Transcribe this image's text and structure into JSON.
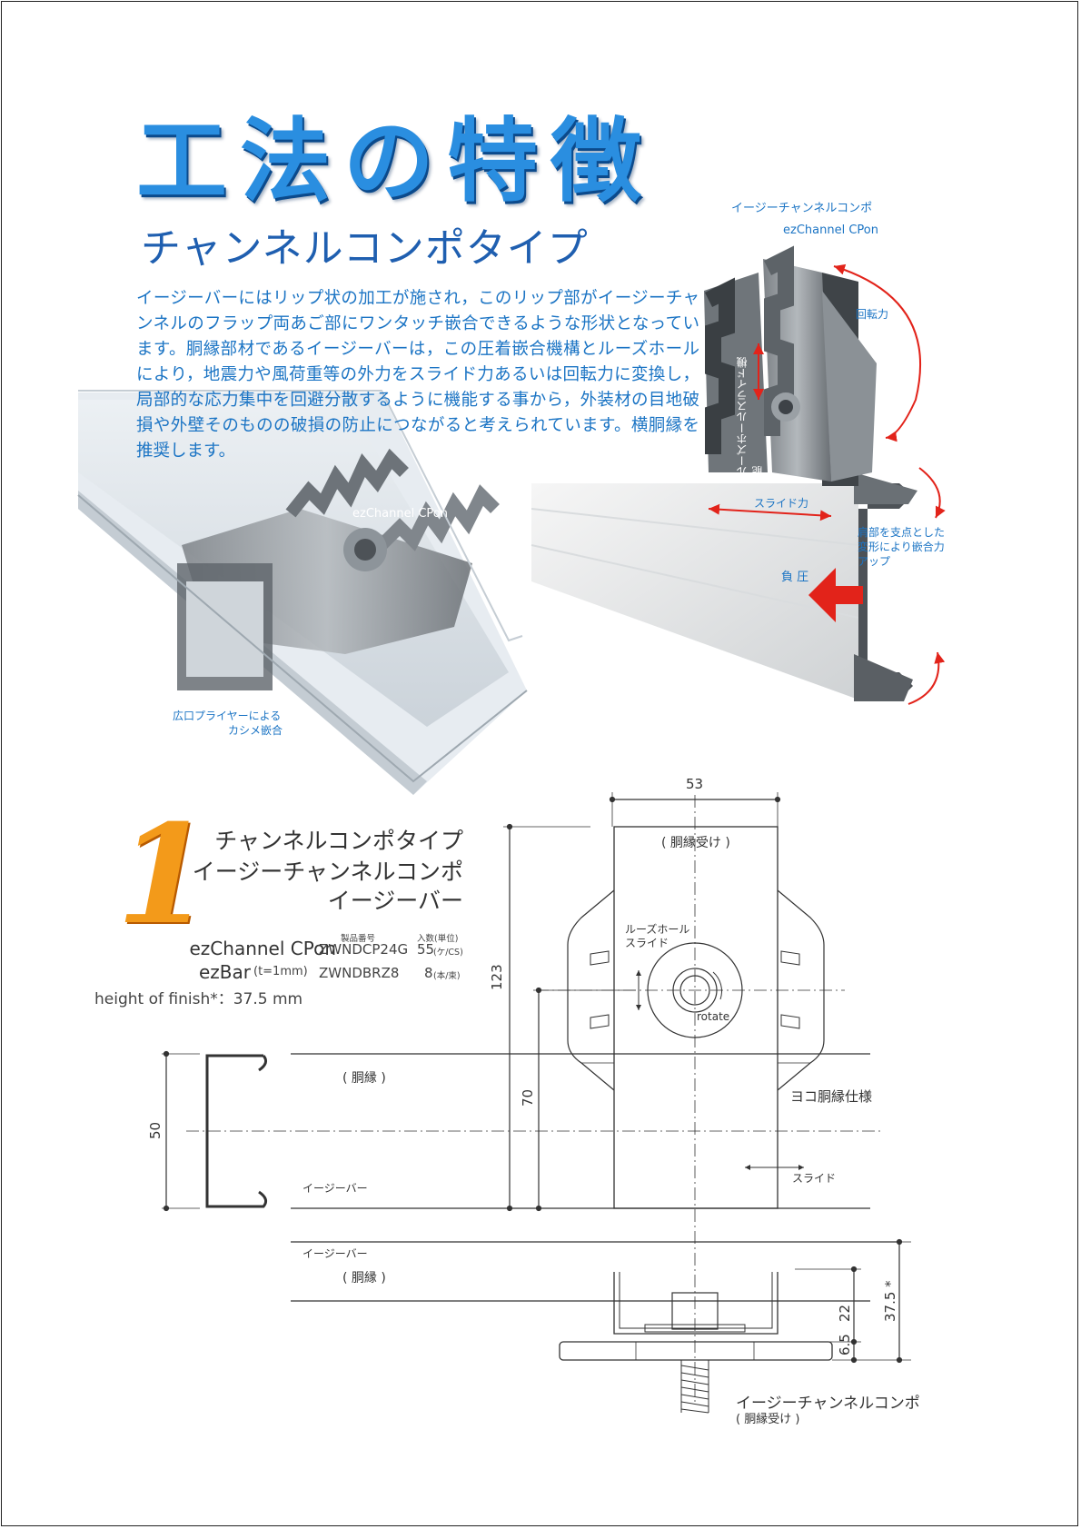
{
  "header": {
    "title": "工法の特徴",
    "subtitle": "チャンネルコンポタイプ",
    "intro": "イージーバーにはリップ状の加工が施され，このリップ部がイージーチャンネルのフラップ両あご部にワンタッチ嵌合できるような形状となっています。胴縁部材であるイージーバーは，この圧着嵌合機構とルーズホールにより，地震力や風荷重等の外力をスライド力あるいは回転力に変換し，局部的な応力集中を回避分散するように機能する事から，外装材の目地破損や外壁そのものの破損の防止につながると考えられています。横胴縁を推奨します。"
  },
  "photo_labels": {
    "component_jp": "イージーチャンネルコンポ",
    "component_en": "ezChannel CPon",
    "rotation": "回転力",
    "loose_hole": "ルーズホールスライド機能",
    "slide_force": "スライド力",
    "shoulder_line1": "肩部を支点とした",
    "shoulder_line2": "変形により嵌合力",
    "shoulder_line3": "アップ",
    "negative_pressure": "負 圧",
    "photo_tag": "ezChannel CPon",
    "plier_line1": "広口プライヤーによる",
    "plier_line2": "カシメ嵌合"
  },
  "spec": {
    "number": "1",
    "heading_line1": "チャンネルコンポタイプ",
    "heading_line2": "イージーチャンネルコンポ",
    "heading_line3": "イージーバー",
    "col_part_no": "製品番号",
    "col_qty": "入数(単位)",
    "rows": [
      {
        "name": "ezChannel CPon",
        "part_no": "ZWNDCP24G",
        "qty": "55",
        "unit": "(ケ/CS)"
      },
      {
        "name": "ezBar",
        "name_note": "(t=1mm)",
        "part_no": "ZWNDBRZ8",
        "qty": "8",
        "unit": "(本/束)"
      }
    ],
    "finish": "height of finish*：37.5 mm"
  },
  "drawing": {
    "dim_53": "53",
    "receiver": "( 胴縁受け )",
    "dim_123": "123",
    "loose_hole_line1": "ルーズホール",
    "loose_hole_line2": "スライド",
    "rotate": "rotate",
    "dim_70": "70",
    "dim_50": "50",
    "furring": "( 胴縁 )",
    "horizontal_spec": "ヨコ胴縁仕様",
    "slide": "スライド",
    "ezbar": "イージーバー",
    "ezbar2": "イージーバー",
    "furring2": "( 胴縁 )",
    "dim_22": "22",
    "dim_6_5": "6.5",
    "dim_37_5": "37.5 *",
    "bottom_label": "イージーチャンネルコンポ",
    "bottom_sub": "( 胴縁受け )"
  },
  "colors": {
    "title_blue": "#2a8ee0",
    "text_blue": "#1b74c4",
    "accent_red": "#e2231a",
    "number_orange": "#f39a1a"
  }
}
